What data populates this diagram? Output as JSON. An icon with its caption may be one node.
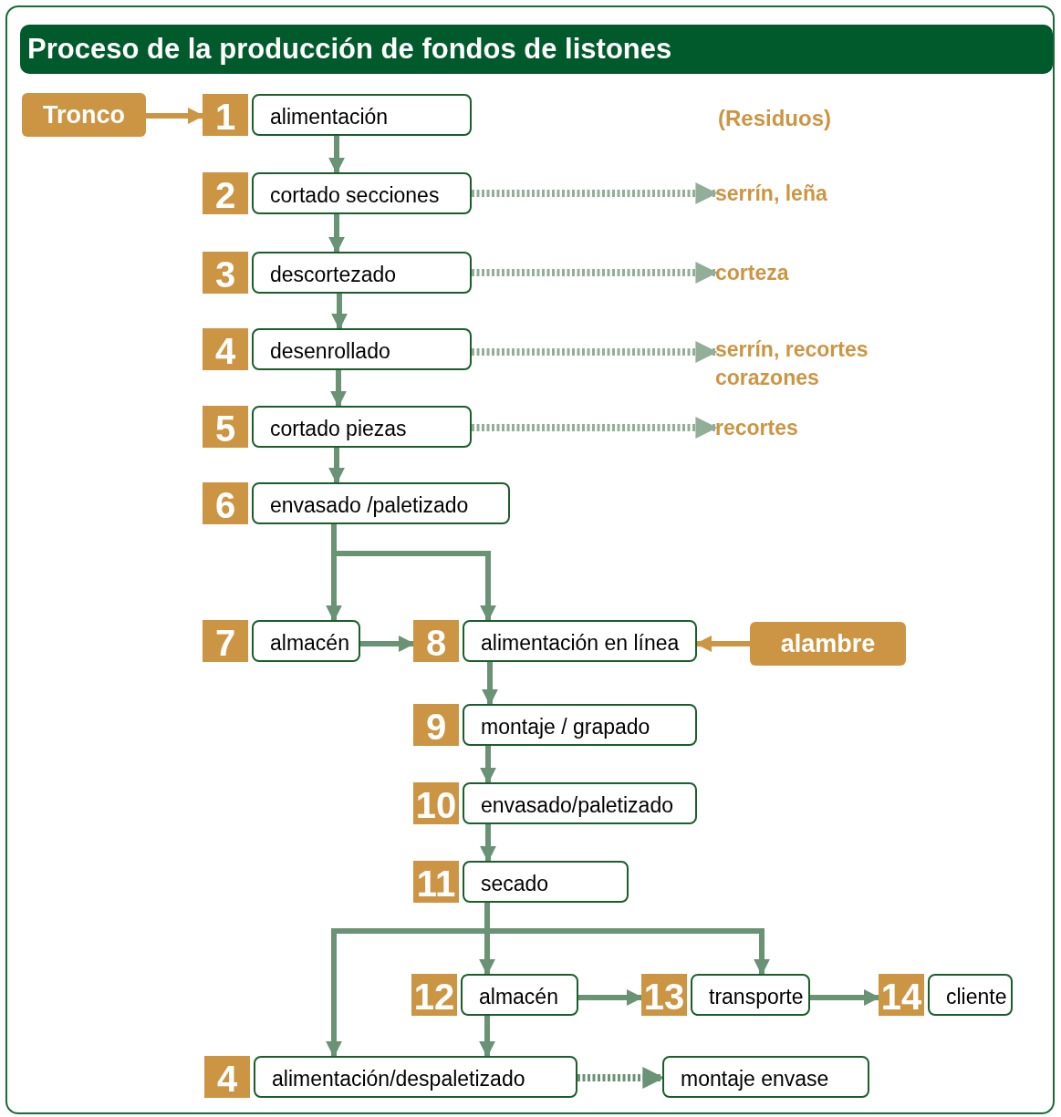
{
  "diagram": {
    "title": "Proceso de la producción de fondos de listones",
    "nodes": [
      {
        "text": [
          "Tronco"
        ]
      },
      {
        "text": [
          "alimentación"
        ],
        "beside": [
          "1"
        ]
      },
      {
        "text": [
          "cortado secciones"
        ],
        "beside": [
          "2"
        ]
      },
      {
        "text": [
          "descortezado"
        ],
        "beside": [
          "3"
        ]
      },
      {
        "text": [
          "desenrollado"
        ],
        "beside": [
          "4"
        ]
      },
      {
        "text": [
          "cortado piezas"
        ],
        "beside": [
          "5"
        ]
      },
      {
        "text": [
          "envasado /paletizado"
        ],
        "beside": [
          "6"
        ]
      },
      {
        "text": [
          "almacén"
        ],
        "beside": [
          "7"
        ]
      },
      {
        "text": [
          "alimentación en línea"
        ],
        "beside": [
          "8"
        ]
      },
      {
        "text": [
          "alambre"
        ]
      },
      {
        "text": [
          "montaje / grapado"
        ],
        "beside": [
          "9"
        ]
      },
      {
        "text": [
          "envasado/paletizado"
        ],
        "beside": [
          "10"
        ]
      },
      {
        "text": [
          "secado"
        ],
        "beside": [
          "11"
        ]
      },
      {
        "text": [
          "almacén"
        ],
        "beside": [
          "12"
        ]
      },
      {
        "text": [
          "transporte"
        ],
        "beside": [
          "13"
        ]
      },
      {
        "text": [
          "cliente"
        ],
        "beside": [
          "14"
        ]
      },
      {
        "text": [
          "alimentación/despaletizado"
        ],
        "beside": [
          "4"
        ]
      },
      {
        "text": [
          "montaje envase"
        ]
      },
      {
        "text": [
          "serrín, leña"
        ]
      },
      {
        "text": [
          "corteza"
        ]
      },
      {
        "text": [
          "serrín, recortes corazones"
        ]
      },
      {
        "text": [
          "recortes"
        ]
      }
    ],
    "edges": [
      {
        "from": 0,
        "to": 1,
        "arrow": "to",
        "color": "#cc9544"
      },
      {
        "from": 1,
        "to": 2,
        "arrow": "to"
      },
      {
        "from": 2,
        "to": 3,
        "arrow": "to"
      },
      {
        "from": 3,
        "to": 4,
        "arrow": "to"
      },
      {
        "from": 4,
        "to": 5,
        "arrow": "to"
      },
      {
        "from": 5,
        "to": 6,
        "arrow": "to"
      },
      {
        "from": 2,
        "to": 18,
        "arrow": "to",
        "style": "dashed",
        "color": "#93ae98"
      },
      {
        "from": 3,
        "to": 19,
        "arrow": "to",
        "style": "dashed",
        "color": "#93ae98"
      },
      {
        "from": 4,
        "to": 20,
        "arrow": "to",
        "style": "dashed",
        "color": "#93ae98"
      },
      {
        "from": 5,
        "to": 21,
        "arrow": "to",
        "style": "dashed",
        "color": "#93ae98"
      },
      {
        "from": 6,
        "to": 7,
        "arrow": "to"
      },
      {
        "from": 6,
        "to": 8,
        "arrow": "to"
      },
      {
        "from": 7,
        "to": 8,
        "arrow": "to"
      },
      {
        "from": 9,
        "to": 8,
        "arrow": "to",
        "color": "#cc9544"
      },
      {
        "from": 8,
        "to": 10,
        "arrow": "to"
      },
      {
        "from": 10,
        "to": 11,
        "arrow": "to"
      },
      {
        "from": 11,
        "to": 12,
        "arrow": "to"
      },
      {
        "from": 12,
        "to": 16,
        "arrow": "to"
      },
      {
        "from": 12,
        "to": 13,
        "arrow": "to"
      },
      {
        "from": 12,
        "to": 14,
        "arrow": "to"
      },
      {
        "from": 13,
        "to": 14,
        "arrow": "to"
      },
      {
        "from": 14,
        "to": 15,
        "arrow": "to"
      },
      {
        "from": 13,
        "to": 16,
        "arrow": "to"
      },
      {
        "from": 16,
        "to": 17,
        "arrow": "to",
        "style": "dashed"
      }
    ],
    "labels": [
      "(Residuos)"
    ]
  }
}
